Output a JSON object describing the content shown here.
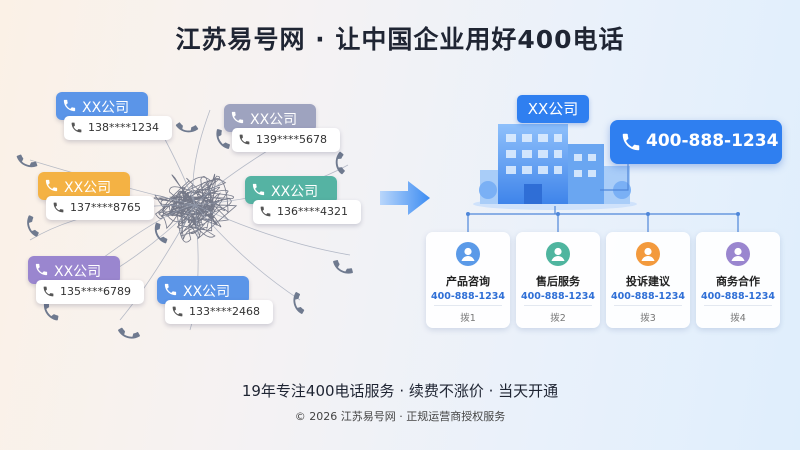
{
  "header": {
    "title": "江苏易号网 · 让中国企业用好400电话"
  },
  "left_cards": [
    {
      "company": "XX公司",
      "number": "138****1234",
      "color": "#5b95e8"
    },
    {
      "company": "XX公司",
      "number": "139****5678",
      "color": "#9ea3bf"
    },
    {
      "company": "XX公司",
      "number": "137****8765",
      "color": "#f4b244"
    },
    {
      "company": "XX公司",
      "number": "136****4321",
      "color": "#55b3a3"
    },
    {
      "company": "XX公司",
      "number": "135****6789",
      "color": "#9a86cf"
    },
    {
      "company": "XX公司",
      "number": "133****2468",
      "color": "#5b95e8"
    }
  ],
  "company_tag": "XX公司",
  "hotline": "400-888-1234",
  "departments": [
    {
      "name": "产品咨询",
      "number": "400-888-1234",
      "key": "拨1",
      "color": "#5b9ae8"
    },
    {
      "name": "售后服务",
      "number": "400-888-1234",
      "key": "拨2",
      "color": "#4fb59f"
    },
    {
      "name": "投诉建议",
      "number": "400-888-1234",
      "key": "拨3",
      "color": "#f39a3d"
    },
    {
      "name": "商务合作",
      "number": "400-888-1234",
      "key": "拨4",
      "color": "#9a86cf"
    }
  ],
  "footer": {
    "tagline": "19年专注400电话服务 · 续费不涨价 · 当天开通",
    "copyright": "© 2026 江苏易号网 · 正规运营商授权服务"
  },
  "icons": {
    "phone": "phone-icon",
    "person": "person-avatar-icon",
    "arrow": "arrow-right-icon",
    "building": "office-building-icon"
  }
}
